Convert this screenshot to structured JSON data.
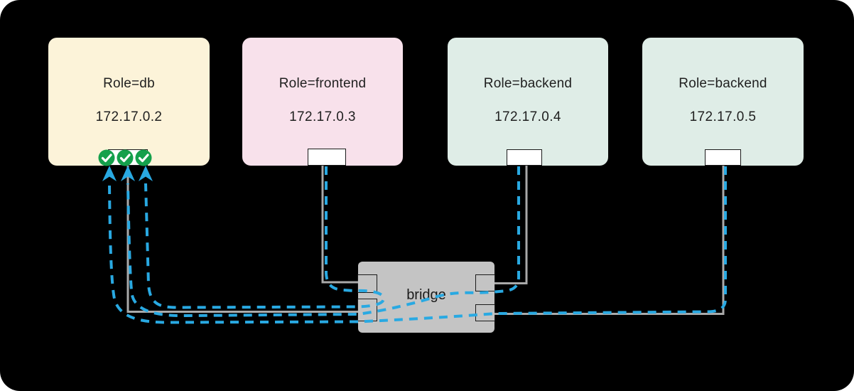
{
  "containers": [
    {
      "role": "Role=db",
      "ip": "172.17.0.2",
      "fill": "#FCF3D9"
    },
    {
      "role": "Role=frontend",
      "ip": "172.17.0.3",
      "fill": "#F8E1EB"
    },
    {
      "role": "Role=backend",
      "ip": "172.17.0.4",
      "fill": "#DFEDE7"
    },
    {
      "role": "Role=backend",
      "ip": "172.17.0.5",
      "fill": "#DFEDE7"
    }
  ],
  "bridge": {
    "label": "bridge",
    "fill": "#C4C4C4"
  },
  "icons": {
    "db_checkmarks": [
      "check-icon",
      "check-icon",
      "check-icon"
    ],
    "traffic_arrows": [
      "arrow-up-icon",
      "arrow-up-icon",
      "arrow-up-icon"
    ]
  },
  "colors": {
    "background": "#000000",
    "traffic_blue": "#29A9E2",
    "link_gray": "#A9A9A9",
    "check_green": "#14A04B",
    "port_fill": "#FFFFFF",
    "text": "#1F1F1F"
  }
}
